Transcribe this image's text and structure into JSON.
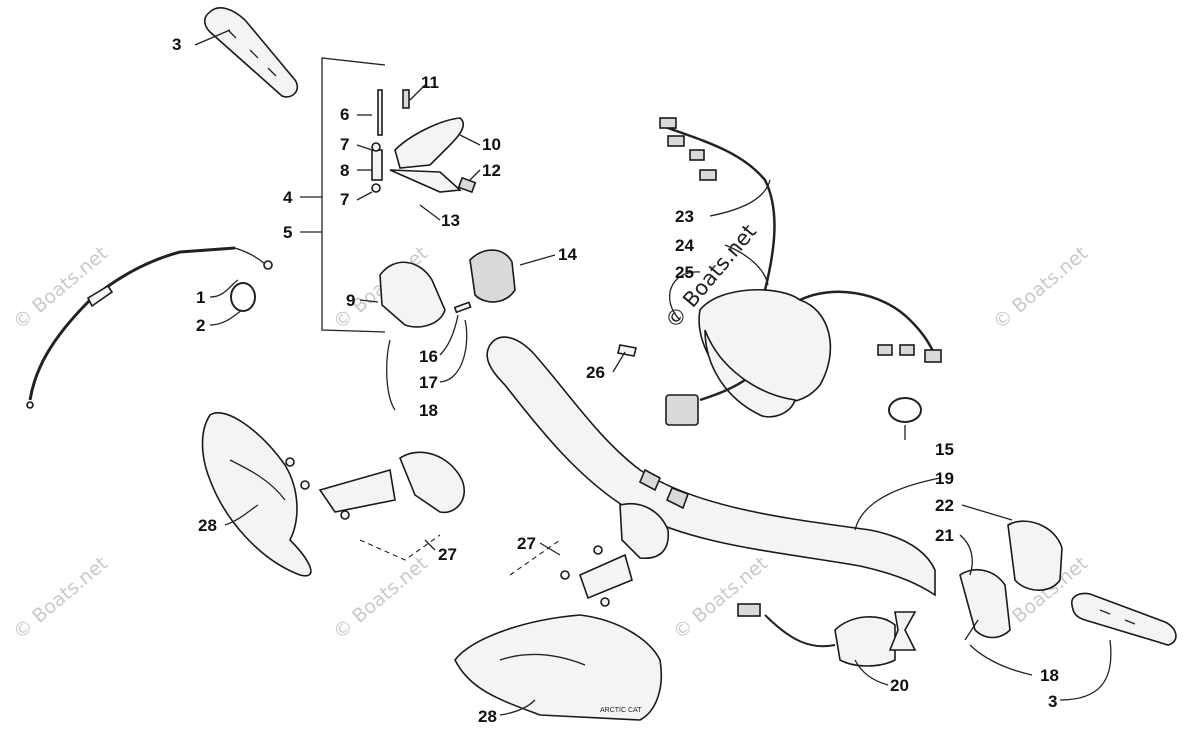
{
  "watermark": "© Boats.net",
  "callouts": [
    {
      "id": "c3a",
      "text": "3"
    },
    {
      "id": "c6",
      "text": "6"
    },
    {
      "id": "c11",
      "text": "11"
    },
    {
      "id": "c7a",
      "text": "7"
    },
    {
      "id": "c10",
      "text": "10"
    },
    {
      "id": "c8",
      "text": "8"
    },
    {
      "id": "c12",
      "text": "12"
    },
    {
      "id": "c4",
      "text": "4"
    },
    {
      "id": "c7b",
      "text": "7"
    },
    {
      "id": "c13",
      "text": "13"
    },
    {
      "id": "c5",
      "text": "5"
    },
    {
      "id": "c14",
      "text": "14"
    },
    {
      "id": "c1",
      "text": "1"
    },
    {
      "id": "c2",
      "text": "2"
    },
    {
      "id": "c9",
      "text": "9"
    },
    {
      "id": "c16",
      "text": "16"
    },
    {
      "id": "c17",
      "text": "17"
    },
    {
      "id": "c18a",
      "text": "18"
    },
    {
      "id": "c23",
      "text": "23"
    },
    {
      "id": "c24",
      "text": "24"
    },
    {
      "id": "c25",
      "text": "25"
    },
    {
      "id": "c26",
      "text": "26"
    },
    {
      "id": "c15",
      "text": "15"
    },
    {
      "id": "c19",
      "text": "19"
    },
    {
      "id": "c22",
      "text": "22"
    },
    {
      "id": "c21",
      "text": "21"
    },
    {
      "id": "c28a",
      "text": "28"
    },
    {
      "id": "c27a",
      "text": "27"
    },
    {
      "id": "c27b",
      "text": "27"
    },
    {
      "id": "c20",
      "text": "20"
    },
    {
      "id": "c18b",
      "text": "18"
    },
    {
      "id": "c3b",
      "text": "3"
    },
    {
      "id": "c28b",
      "text": "28"
    }
  ],
  "hood_logo_text": "ARCTIC CAT"
}
